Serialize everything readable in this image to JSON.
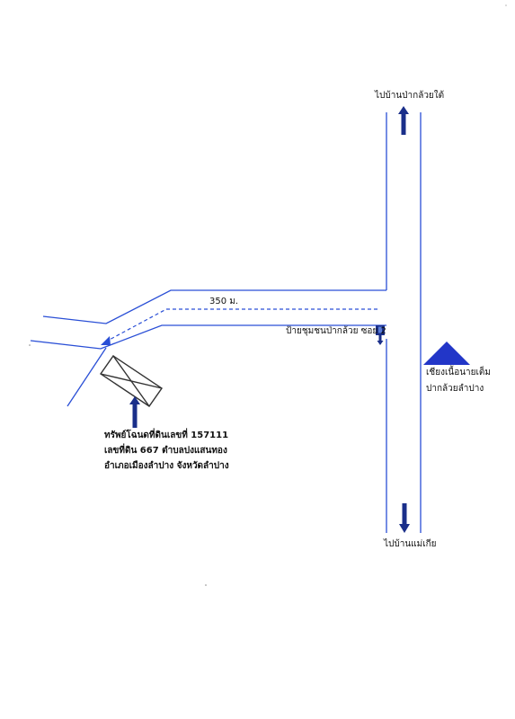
{
  "labels": {
    "north_destination": "ไปบ้านป่ากล้วยใต้",
    "south_destination": "ไปบ้านแม่เกีย",
    "distance": "350 ม.",
    "sign_label": "ป้ายชุมชนป่ากล้วย ซอย 2",
    "landmark_line1": "เชียงเนื้อนายเต็ม",
    "landmark_line2": "ปากล้วยลำปาง"
  },
  "property": {
    "line1": "ทรัพย์โฉนดที่ดินเลขที่  157111",
    "line2": "เลขที่ดิน  667  ตำบลปงแสนทอง",
    "line3": "อำเภอเมืองลำปาง  จังหวัดลำปาง"
  },
  "colors": {
    "road": "#2a4fd6",
    "arrow": "#1a2f8a",
    "landmark": "#2236c8",
    "parcel": "#333333",
    "text": "#111111"
  },
  "icons": {
    "north_arrow": "arrow-up-icon",
    "south_arrow": "arrow-down-icon",
    "property_arrow": "arrow-up-icon",
    "sign": "signpost-icon",
    "landmark": "triangle-icon"
  }
}
